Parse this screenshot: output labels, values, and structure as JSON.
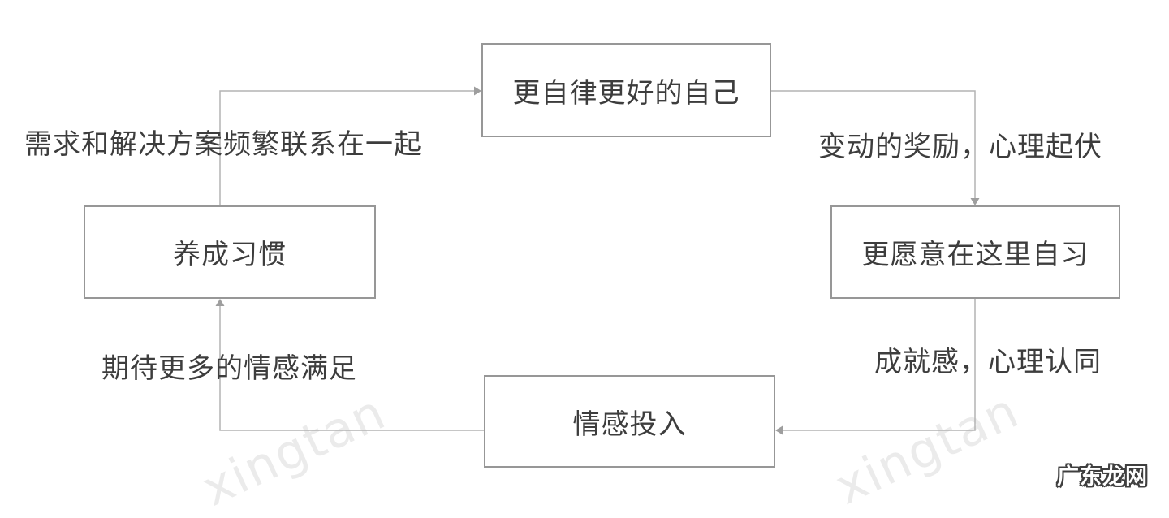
{
  "diagram": {
    "type": "cycle-flowchart",
    "nodes": [
      {
        "id": "better-self",
        "label": "更自律更好的自己"
      },
      {
        "id": "study-here",
        "label": "更愿意在这里自习"
      },
      {
        "id": "emotional-investment",
        "label": "情感投入"
      },
      {
        "id": "form-habit",
        "label": "养成习惯"
      }
    ],
    "edges": [
      {
        "from": "养成习惯",
        "to": "更自律更好的自己",
        "label": "需求和解决方案频繁联系在一起"
      },
      {
        "from": "更自律更好的自己",
        "to": "更愿意在这里自习",
        "label": "变动的奖励，心理起伏"
      },
      {
        "from": "更愿意在这里自习",
        "to": "情感投入",
        "label": "成就感，心理认同"
      },
      {
        "from": "情感投入",
        "to": "养成习惯",
        "label": "期待更多的情感满足"
      }
    ]
  },
  "watermarks": {
    "diagonal_text": "xingtan",
    "brand_text": "广东龙网"
  },
  "colors": {
    "node_border": "#979797",
    "connector_line": "#b3b3b3",
    "arrowhead": "#9e9e9e",
    "text": "#3d3d3d",
    "watermark_light": "#ebebeb",
    "brand_outline": "#3f3f3f",
    "background": "#ffffff"
  }
}
